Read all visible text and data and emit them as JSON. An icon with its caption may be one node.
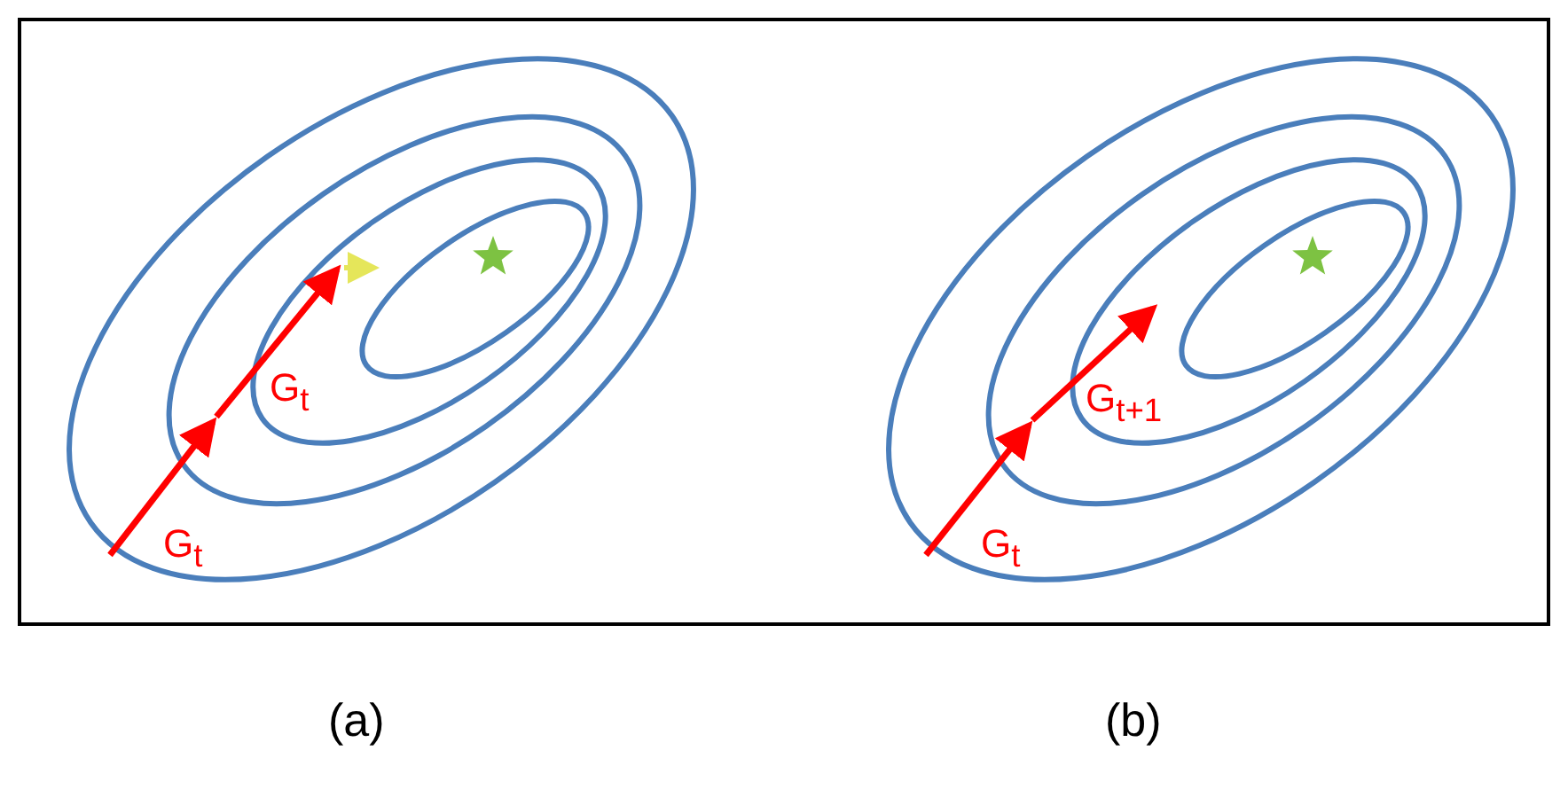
{
  "diagram": {
    "labels": [
      "G$_{t}$",
      "G$_{t}$",
      "G$_{t+1}$",
      "G$_{t}$",
      "(a)",
      "(b)"
    ]
  }
}
